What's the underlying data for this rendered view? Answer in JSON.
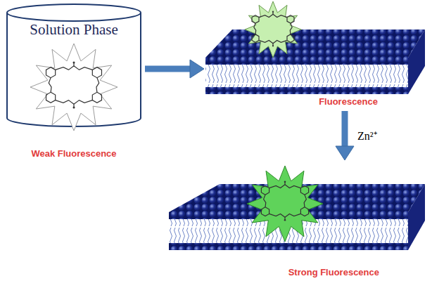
{
  "diagram": {
    "nodes": [
      {
        "text": [
          "Solution Phase",
          "Weak Fluorescence"
        ]
      },
      {
        "text": [
          "Fluorescence"
        ]
      },
      {
        "text": [
          "Strong Fluorescence"
        ]
      }
    ],
    "edges": [
      {
        "from": 0,
        "to": 1,
        "arrow": "to"
      },
      {
        "from": 1,
        "to": 2,
        "arrow": "to",
        "label": "Zn²⁺"
      }
    ]
  }
}
